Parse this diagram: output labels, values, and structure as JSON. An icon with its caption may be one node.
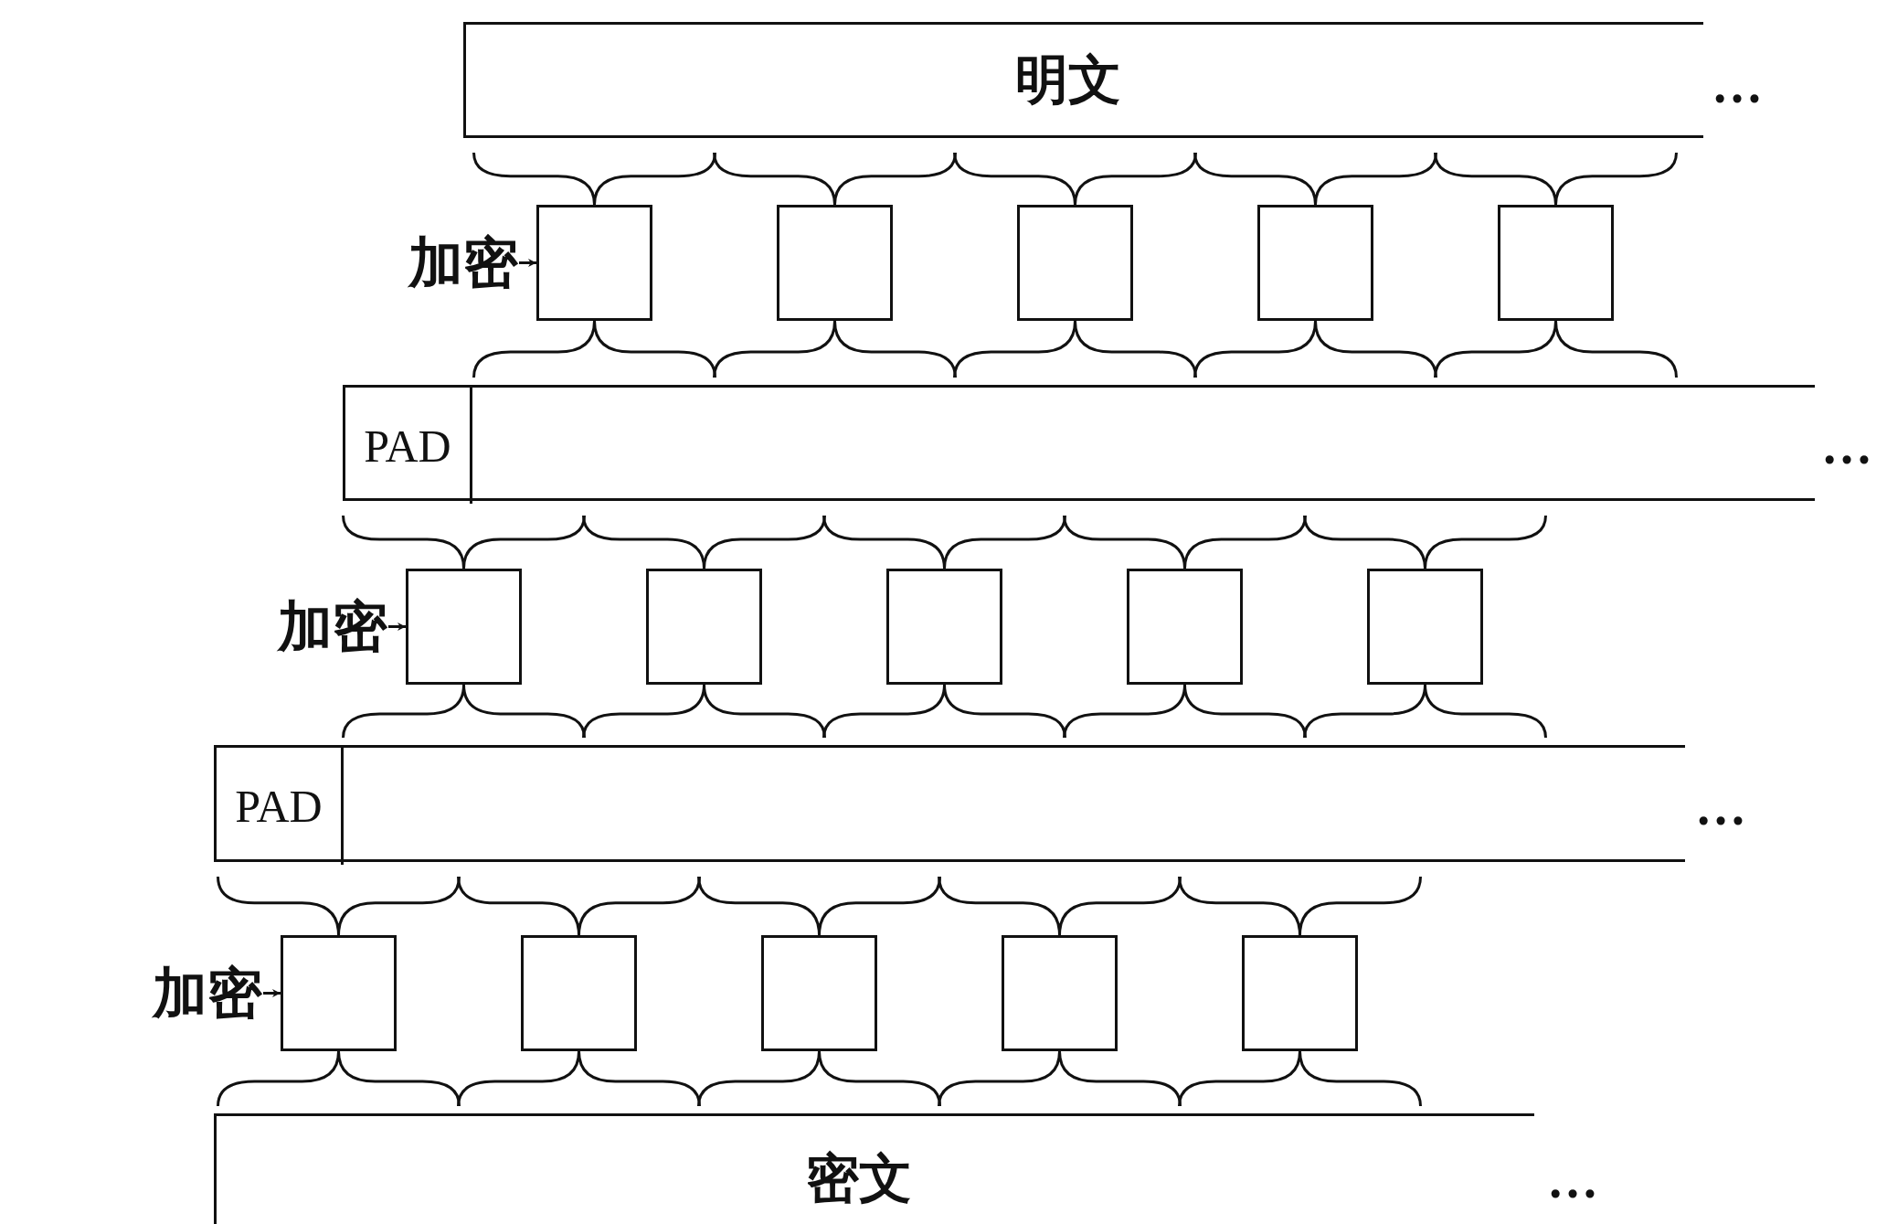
{
  "diagram": {
    "nodes": [
      {
        "text": [
          "明文"
        ],
        "beside": [
          "…"
        ]
      },
      {
        "text": [
          "加密"
        ]
      },
      {
        "text": [],
        "shape": "box"
      },
      {
        "text": [],
        "shape": "box"
      },
      {
        "text": [],
        "shape": "box"
      },
      {
        "text": [],
        "shape": "box"
      },
      {
        "text": [],
        "shape": "box"
      },
      {
        "text": [],
        "shape": "bar",
        "beside": [
          "…"
        ]
      },
      {
        "text": [
          "PAD"
        ],
        "in": 7
      },
      {
        "text": [
          "加密"
        ]
      },
      {
        "text": [],
        "shape": "box"
      },
      {
        "text": [],
        "shape": "box"
      },
      {
        "text": [],
        "shape": "box"
      },
      {
        "text": [],
        "shape": "box"
      },
      {
        "text": [],
        "shape": "box"
      },
      {
        "text": [],
        "shape": "bar",
        "beside": [
          "…"
        ]
      },
      {
        "text": [
          "PAD"
        ],
        "in": 15
      },
      {
        "text": [
          "加密"
        ]
      },
      {
        "text": [],
        "shape": "box"
      },
      {
        "text": [],
        "shape": "box"
      },
      {
        "text": [],
        "shape": "box"
      },
      {
        "text": [],
        "shape": "box"
      },
      {
        "text": [],
        "shape": "box"
      },
      {
        "text": [
          "密文"
        ],
        "beside": [
          "…"
        ]
      }
    ],
    "edges": [
      {
        "from": 1,
        "to": 2,
        "arrow": "to"
      },
      {
        "from": 9,
        "to": 10,
        "arrow": "to"
      },
      {
        "from": 17,
        "to": 18,
        "arrow": "to"
      }
    ]
  }
}
